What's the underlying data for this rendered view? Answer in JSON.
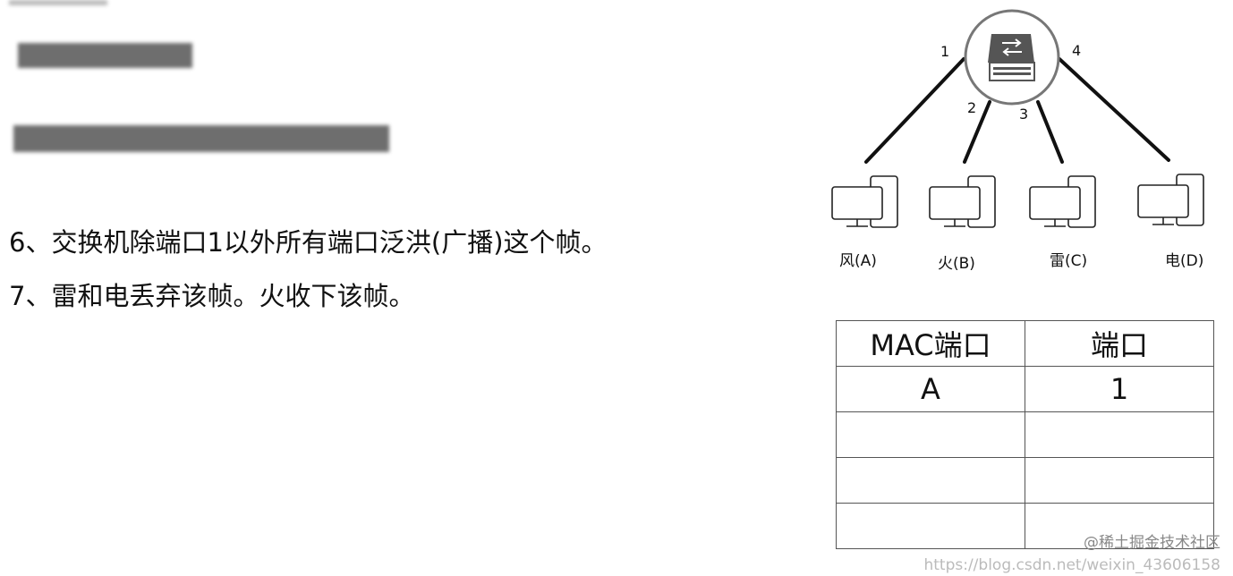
{
  "lines": [
    "6、交换机除端口1以外所有端口泛洪(广播)这个帧。",
    "7、雷和电丢弃该帧。火收下该帧。"
  ],
  "diagram": {
    "switch_icon": "network-switch-icon",
    "ports": [
      "1",
      "2",
      "3",
      "4"
    ],
    "hosts": [
      "风(A)",
      "火(B)",
      "雷(C)",
      "电(D)"
    ]
  },
  "table": {
    "headers": [
      "MAC端口",
      "端口"
    ],
    "rows": [
      [
        "A",
        "1"
      ],
      [
        "",
        ""
      ],
      [
        "",
        ""
      ],
      [
        "",
        ""
      ]
    ]
  },
  "watermark": "@稀土掘金技术社区",
  "watermark_url": "https://blog.csdn.net/weixin_43606158"
}
